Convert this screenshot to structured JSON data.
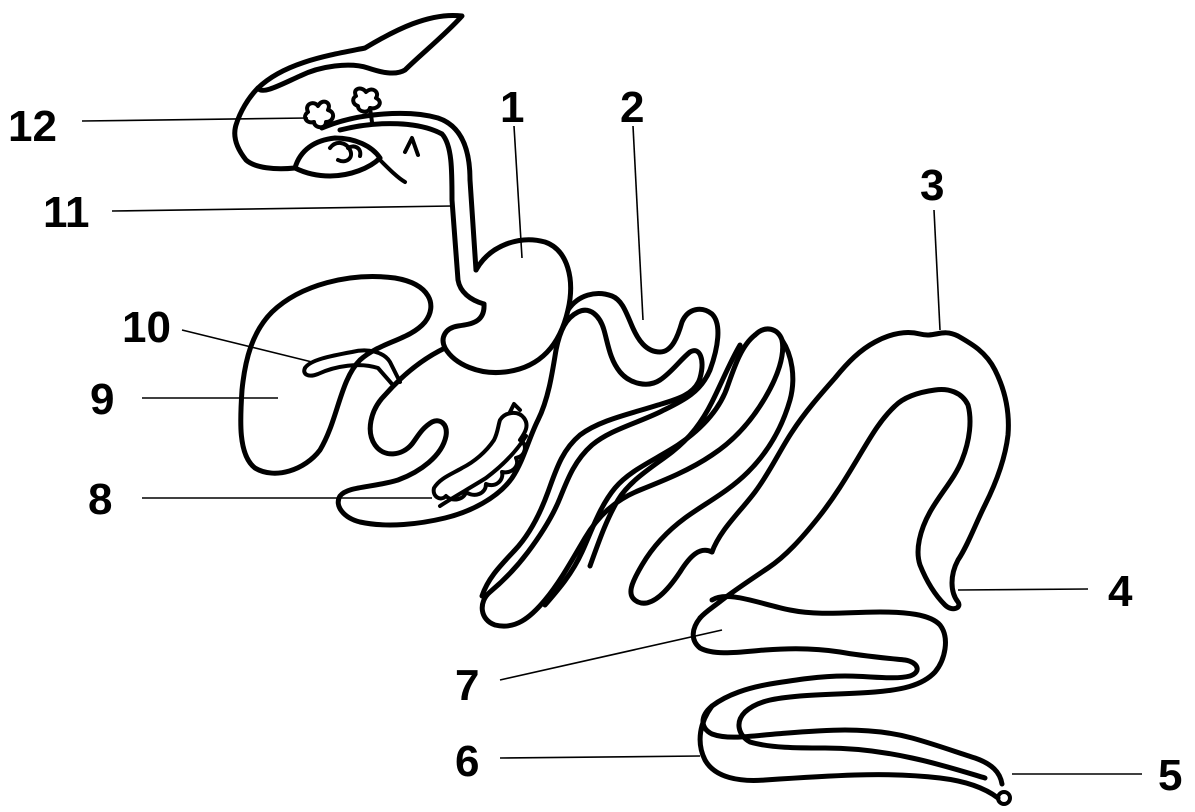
{
  "diagram": {
    "labels": [
      {
        "id": "1",
        "text": "1"
      },
      {
        "id": "2",
        "text": "2"
      },
      {
        "id": "3",
        "text": "3"
      },
      {
        "id": "4",
        "text": "4"
      },
      {
        "id": "5",
        "text": "5"
      },
      {
        "id": "6",
        "text": "6"
      },
      {
        "id": "7",
        "text": "7"
      },
      {
        "id": "8",
        "text": "8"
      },
      {
        "id": "9",
        "text": "9"
      },
      {
        "id": "10",
        "text": "10"
      },
      {
        "id": "11",
        "text": "11"
      },
      {
        "id": "12",
        "text": "12"
      }
    ],
    "line_color": "#000000",
    "background": "#ffffff"
  }
}
